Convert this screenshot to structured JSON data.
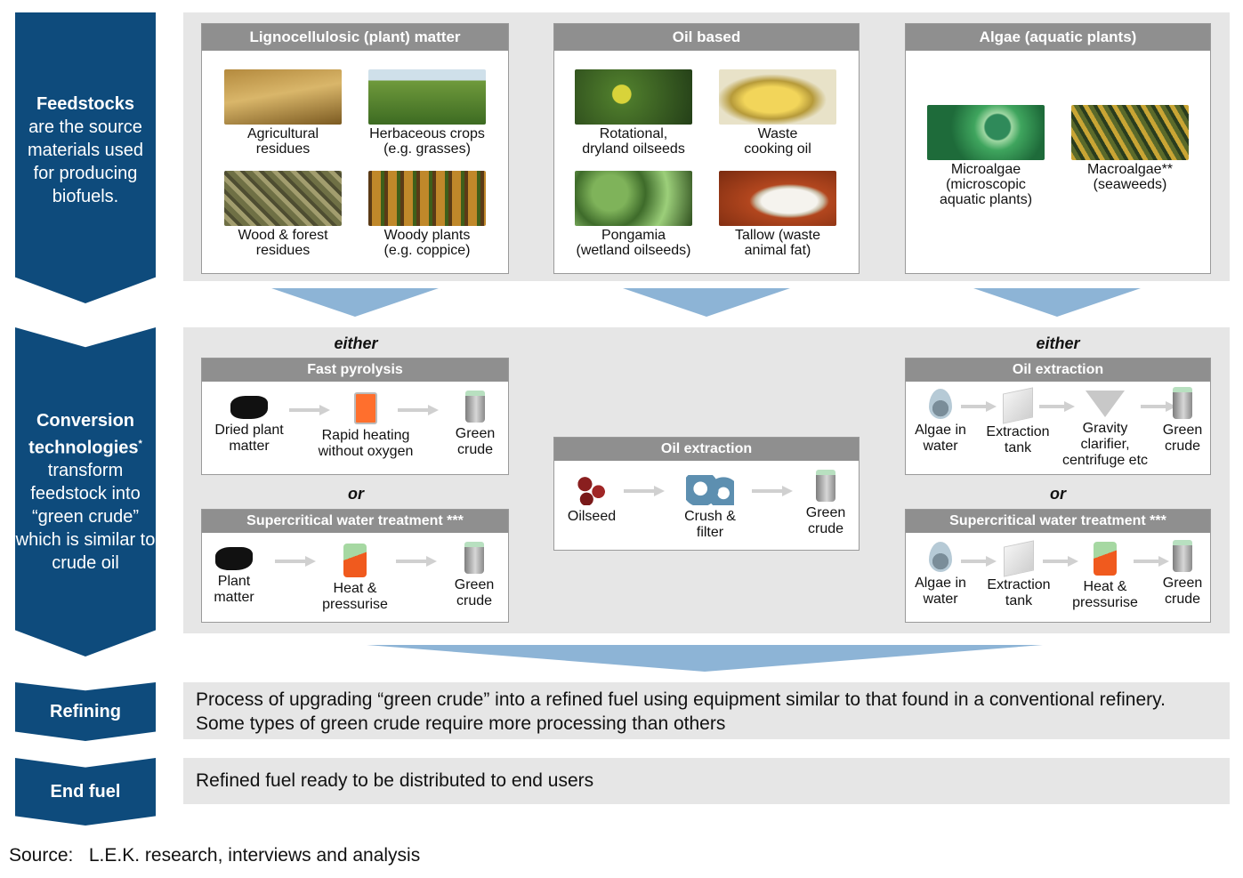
{
  "stages": {
    "feedstocks": {
      "title": "Feedstocks",
      "desc": "are the source materials used for producing biofuels."
    },
    "conversion": {
      "title": "Conversion technologies",
      "title_mark": "*",
      "desc": "transform feedstock into “green crude” which is similar to crude oil"
    },
    "refining": {
      "title": "Refining",
      "desc_line1": "Process of upgrading “green crude” into a refined fuel using equipment similar to that found in a conventional refinery.",
      "desc_line2": "Some types of green crude require more processing than others"
    },
    "end_fuel": {
      "title": "End fuel",
      "desc": "Refined fuel ready to be distributed to end users"
    }
  },
  "feed_groups": {
    "ligno": {
      "title": "Lignocellulosic (plant) matter",
      "items": [
        {
          "l1": "Agricultural",
          "l2": "residues",
          "icon": "wheat-photo"
        },
        {
          "l1": "Herbaceous crops",
          "l2": "(e.g. grasses)",
          "icon": "grass-photo"
        },
        {
          "l1": "Wood & forest",
          "l2": "residues",
          "icon": "wood-chips-photo"
        },
        {
          "l1": "Woody plants",
          "l2": "(e.g. coppice)",
          "icon": "forest-photo"
        }
      ]
    },
    "oil": {
      "title": "Oil based",
      "items": [
        {
          "l1": "Rotational,",
          "l2": "dryland oilseeds",
          "icon": "oilseed-plant-photo"
        },
        {
          "l1": "Waste",
          "l2": "cooking oil",
          "icon": "cooking-oil-photo"
        },
        {
          "l1": "Pongamia",
          "l2": "(wetland oilseeds)",
          "icon": "pongamia-photo"
        },
        {
          "l1": "Tallow (waste",
          "l2": "animal fat)",
          "icon": "tallow-photo"
        }
      ]
    },
    "algae": {
      "title": "Algae (aquatic plants)",
      "items": [
        {
          "l1": "Microalgae",
          "l2": "(microscopic",
          "l3": "aquatic plants)",
          "icon": "microalgae-photo"
        },
        {
          "l1": "Macroalgae**",
          "l2": "(seaweeds)",
          "l3": "",
          "icon": "seaweed-photo"
        }
      ]
    }
  },
  "conversion": {
    "either_left": "either",
    "either_right": "either",
    "or_left": "or",
    "or_right": "or",
    "fast_pyrolysis": {
      "title": "Fast pyrolysis",
      "steps": [
        {
          "l1": "Dried plant",
          "l2": "matter"
        },
        {
          "l1": "Rapid heating",
          "l2": "without oxygen"
        },
        {
          "l1": "Green",
          "l2": "crude"
        }
      ]
    },
    "scw_left": {
      "title": "Supercritical water treatment ***",
      "steps": [
        {
          "l1": "Plant",
          "l2": "matter"
        },
        {
          "l1": "Heat &",
          "l2": "pressurise"
        },
        {
          "l1": "Green",
          "l2": "crude"
        }
      ]
    },
    "oil_extraction_mid": {
      "title": "Oil extraction",
      "steps": [
        {
          "l1": "Oilseed",
          "l2": ""
        },
        {
          "l1": "Crush &",
          "l2": "filter"
        },
        {
          "l1": "Green",
          "l2": "crude"
        }
      ]
    },
    "oil_extraction_right": {
      "title": "Oil extraction",
      "steps": [
        {
          "l1": "Algae in",
          "l2": "water"
        },
        {
          "l1": "Extraction",
          "l2": "tank"
        },
        {
          "l1": "Gravity",
          "l2": "clarifier,",
          "l3": "centrifuge etc"
        },
        {
          "l1": "Green",
          "l2": "crude"
        }
      ]
    },
    "scw_right": {
      "title": "Supercritical water treatment ***",
      "steps": [
        {
          "l1": "Algae in",
          "l2": "water"
        },
        {
          "l1": "Extraction",
          "l2": "tank"
        },
        {
          "l1": "Heat &",
          "l2": "pressurise"
        },
        {
          "l1": "Green",
          "l2": "crude"
        }
      ]
    }
  },
  "source": "Source:   L.E.K. research, interviews and analysis",
  "colors": {
    "navy": "#0e4b7c",
    "arrow_blue": "#8db4d6",
    "header_grey": "#8f8f8f",
    "band_grey": "#e6e6e6"
  }
}
